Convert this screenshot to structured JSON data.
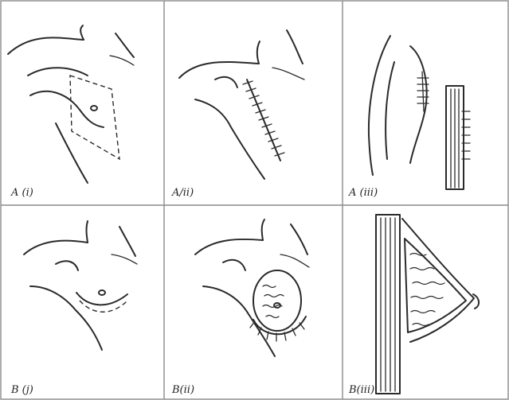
{
  "panels": [
    {
      "id": "a-i",
      "label": "A (i)"
    },
    {
      "id": "a-ii",
      "label": "A/ii)"
    },
    {
      "id": "a-iii",
      "label": "A (iii)"
    },
    {
      "id": "b-i",
      "label": "B (j)"
    },
    {
      "id": "b-ii",
      "label": "B(ii)"
    },
    {
      "id": "b-iii",
      "label": "B(iii)"
    }
  ]
}
